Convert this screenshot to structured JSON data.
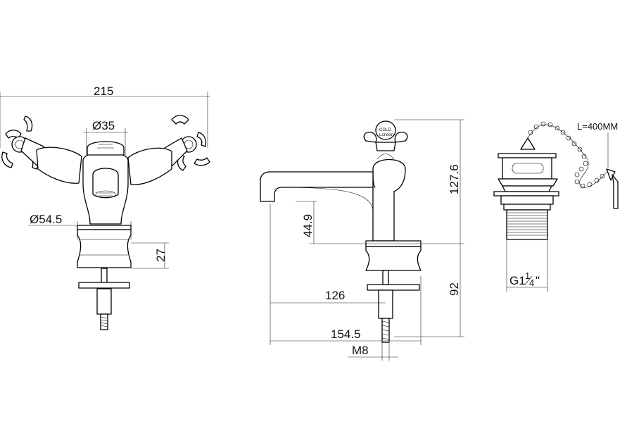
{
  "front_view": {
    "overall_width": "215",
    "spout_diameter": "Ø35",
    "base_diameter": "Ø54.5",
    "base_height": "27"
  },
  "side_view": {
    "spout_height": "44.9",
    "total_height": "127.6",
    "body_height": "92",
    "spout_reach": "126",
    "overall_depth": "154.5",
    "thread": "M8",
    "handle_text": "COLD",
    "handle_subtext": "London"
  },
  "waste_view": {
    "chain_length": "L=400MM",
    "thread_main": "G1",
    "thread_num": "1",
    "thread_den": "4",
    "thread_unit": "\""
  }
}
